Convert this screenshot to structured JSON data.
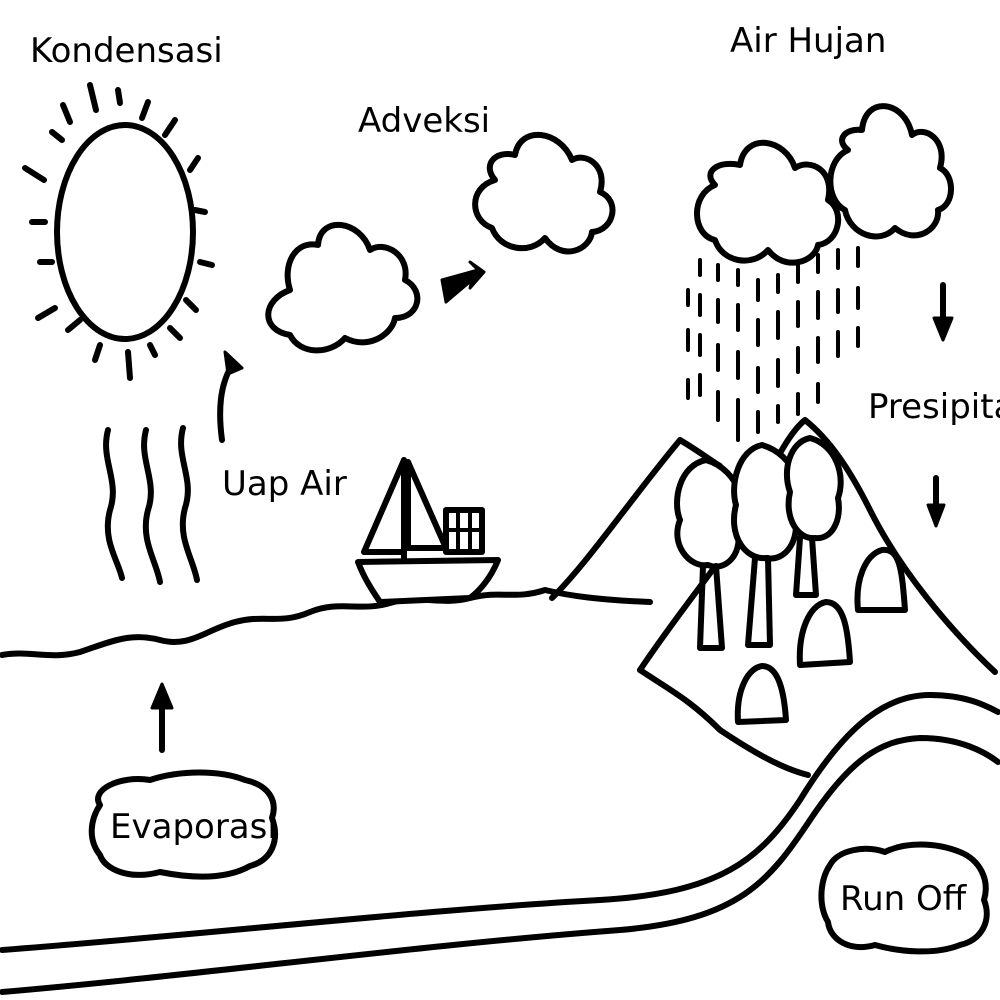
{
  "labels": {
    "kondensasi": "Kondensasi",
    "adveksi": "Adveksi",
    "air_hujan": "Air Hujan",
    "presipitasi": "Presipitasi",
    "uap_air": "Uap Air",
    "evaporasi": "Evaporasi",
    "run_off": "Run Off"
  }
}
